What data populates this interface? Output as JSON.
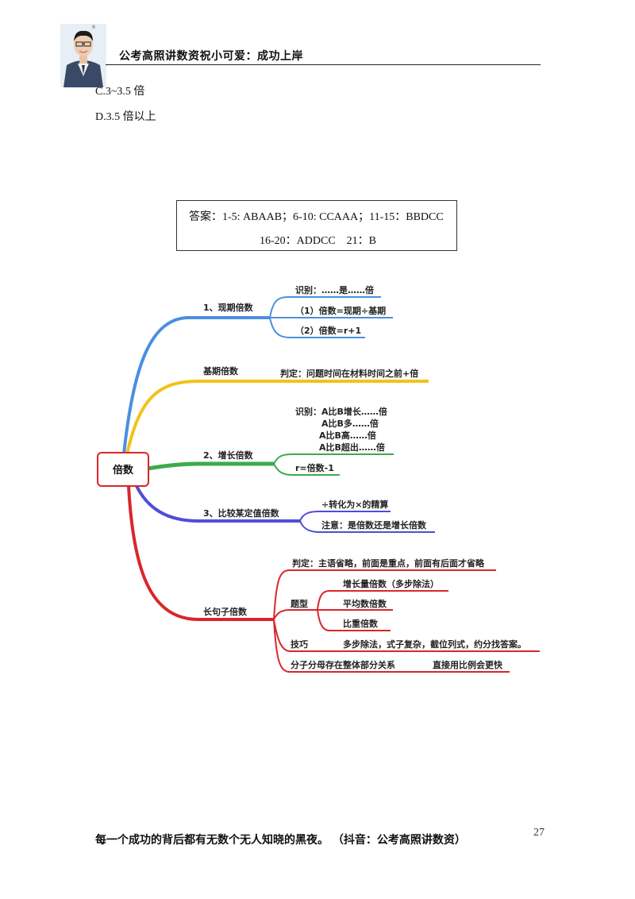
{
  "header": {
    "title": "公考高照讲数资祝小可爱：成功上岸",
    "reg_mark": "®"
  },
  "options": {
    "c": "C.3~3.5 倍",
    "d": "D.3.5 倍以上"
  },
  "answer_box": {
    "line1": "答案：1-5: ABAAB；6-10: CCAAA；11-15：BBDCC",
    "line2": "16-20：ADDCC　21：B"
  },
  "mindmap": {
    "root": "倍数",
    "branches": {
      "current": {
        "title": "1、现期倍数",
        "recognize": "识别：……是……倍",
        "formula1": "（1）倍数=现期÷基期",
        "formula2": "（2）倍数=r+1"
      },
      "base": {
        "title": "基期倍数",
        "judge": "判定：问题时间在材料时间之前+倍"
      },
      "growth": {
        "title": "2、增长倍数",
        "recognize1": "识别：A比B增长……倍",
        "recognize2": "A比B多……倍",
        "recognize3": "A比B高……倍",
        "recognize4": "A比B超出……倍",
        "formula": "r=倍数-1"
      },
      "compare": {
        "title": "3、比较某定值倍数",
        "tip1": "÷转化为×的精算",
        "tip2": "注意：是倍数还是增长倍数"
      },
      "long": {
        "title": "长句子倍数",
        "judge": "判定：主语省略，前面是重点，前面有后面才省略",
        "type_label": "题型",
        "type1": "增长量倍数（多步除法）",
        "type2": "平均数倍数",
        "type3": "比重倍数",
        "skill_label": "技巧",
        "skill": "多步除法，式子复杂，截位列式，约分找答案。",
        "relation_label": "分子分母存在整体部分关系",
        "relation": "直接用比例会更快"
      }
    },
    "colors": {
      "blue": "#4a8fe0",
      "yellow": "#f2c21a",
      "green": "#3daa4d",
      "purple": "#4e4ed8",
      "red": "#d9262b"
    }
  },
  "footer": {
    "quote": "每一个成功的背后都有无数个无人知晓的黑夜。 （抖音：公考高照讲数资）",
    "page_number": "27"
  }
}
